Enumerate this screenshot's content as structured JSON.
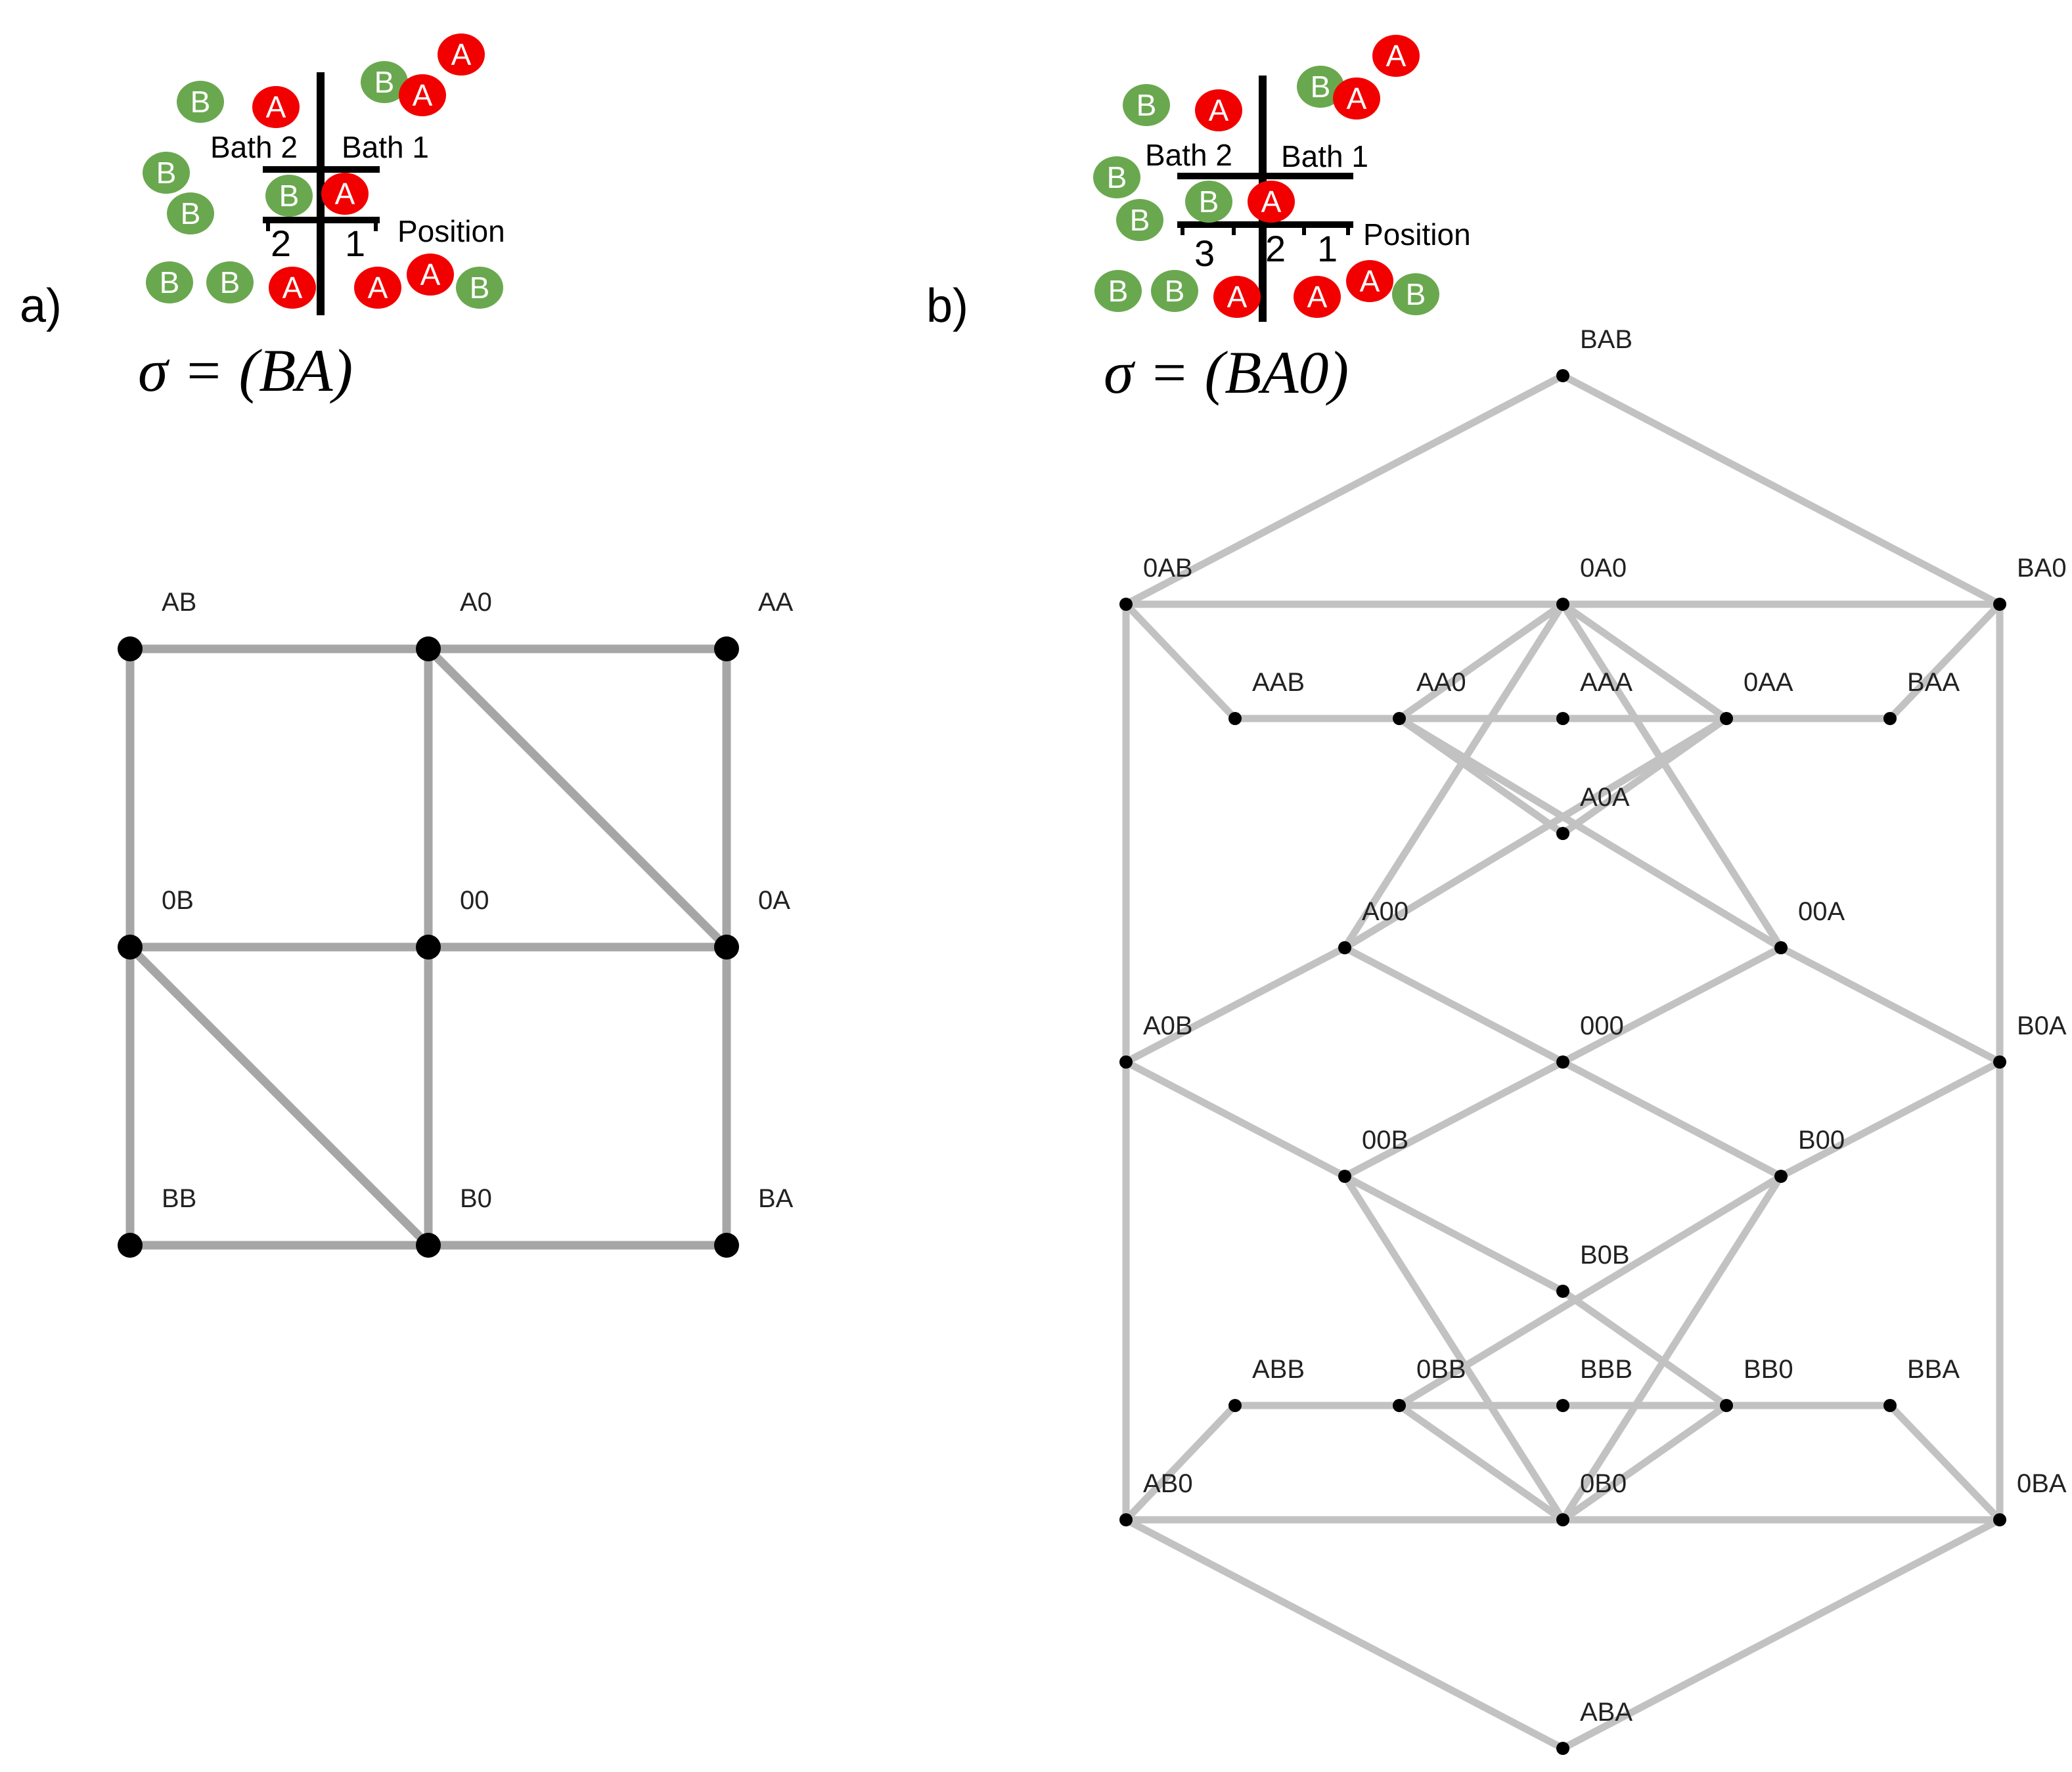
{
  "panel_a": {
    "label": "a)",
    "sigma": "σ = (BA)",
    "illustration": {
      "bath2_label": "Bath 2",
      "bath1_label": "Bath 1",
      "position_label": "Position",
      "site_labels": [
        "2",
        "1"
      ],
      "particle_A": "A",
      "particle_B": "B"
    },
    "graph": {
      "nodes": [
        "AB",
        "A0",
        "AA",
        "0B",
        "00",
        "0A",
        "BB",
        "B0",
        "BA"
      ],
      "edges": [
        [
          "AB",
          "A0"
        ],
        [
          "A0",
          "AA"
        ],
        [
          "0B",
          "00"
        ],
        [
          "00",
          "0A"
        ],
        [
          "BB",
          "B0"
        ],
        [
          "B0",
          "BA"
        ],
        [
          "AB",
          "0B"
        ],
        [
          "0B",
          "BB"
        ],
        [
          "A0",
          "00"
        ],
        [
          "00",
          "B0"
        ],
        [
          "AA",
          "0A"
        ],
        [
          "0A",
          "BA"
        ],
        [
          "A0",
          "0A"
        ],
        [
          "0B",
          "B0"
        ]
      ]
    }
  },
  "panel_b": {
    "label": "b)",
    "sigma": "σ = (BA0)",
    "illustration": {
      "bath2_label": "Bath 2",
      "bath1_label": "Bath 1",
      "position_label": "Position",
      "site_labels": [
        "3",
        "2",
        "1"
      ],
      "particle_A": "A",
      "particle_B": "B"
    },
    "graph": {
      "nodes": [
        "BAB",
        "0AB",
        "0A0",
        "BA0",
        "AAB",
        "AA0",
        "AAA",
        "0AA",
        "BAA",
        "A0A",
        "A00",
        "00A",
        "A0B",
        "000",
        "B0A",
        "00B",
        "B00",
        "B0B",
        "ABB",
        "0BB",
        "BBB",
        "BB0",
        "BBA",
        "AB0",
        "0B0",
        "0BA",
        "ABA"
      ],
      "edges": [
        [
          "BAB",
          "0AB"
        ],
        [
          "BAB",
          "BA0"
        ],
        [
          "0AB",
          "0A0"
        ],
        [
          "0A0",
          "BA0"
        ],
        [
          "0AB",
          "AAB"
        ],
        [
          "BA0",
          "BAA"
        ],
        [
          "AAB",
          "AA0"
        ],
        [
          "AA0",
          "AAA"
        ],
        [
          "AAA",
          "0AA"
        ],
        [
          "0AA",
          "BAA"
        ],
        [
          "AA0",
          "0A0"
        ],
        [
          "0A0",
          "0AA"
        ],
        [
          "0A0",
          "A00"
        ],
        [
          "0A0",
          "00A"
        ],
        [
          "AA0",
          "A0A"
        ],
        [
          "A0A",
          "0AA"
        ],
        [
          "AA0",
          "00A"
        ],
        [
          "0AA",
          "A00"
        ],
        [
          "0AB",
          "A0B"
        ],
        [
          "A0B",
          "AB0"
        ],
        [
          "BA0",
          "B0A"
        ],
        [
          "B0A",
          "0BA"
        ],
        [
          "A0B",
          "A00"
        ],
        [
          "00A",
          "B0A"
        ],
        [
          "A00",
          "000"
        ],
        [
          "000",
          "00A"
        ],
        [
          "A0B",
          "00B"
        ],
        [
          "B00",
          "B0A"
        ],
        [
          "00B",
          "000"
        ],
        [
          "000",
          "B00"
        ],
        [
          "00B",
          "B0B"
        ],
        [
          "B0B",
          "BB0"
        ],
        [
          "B00",
          "0BB"
        ],
        [
          "00B",
          "0B0"
        ],
        [
          "B00",
          "0B0"
        ],
        [
          "ABB",
          "0BB"
        ],
        [
          "0BB",
          "BBB"
        ],
        [
          "BBB",
          "BB0"
        ],
        [
          "BB0",
          "BBA"
        ],
        [
          "0BB",
          "0B0"
        ],
        [
          "0B0",
          "BB0"
        ],
        [
          "AB0",
          "ABB"
        ],
        [
          "0BA",
          "BBA"
        ],
        [
          "AB0",
          "0B0"
        ],
        [
          "0B0",
          "0BA"
        ],
        [
          "AB0",
          "ABA"
        ],
        [
          "0BA",
          "ABA"
        ]
      ]
    }
  }
}
